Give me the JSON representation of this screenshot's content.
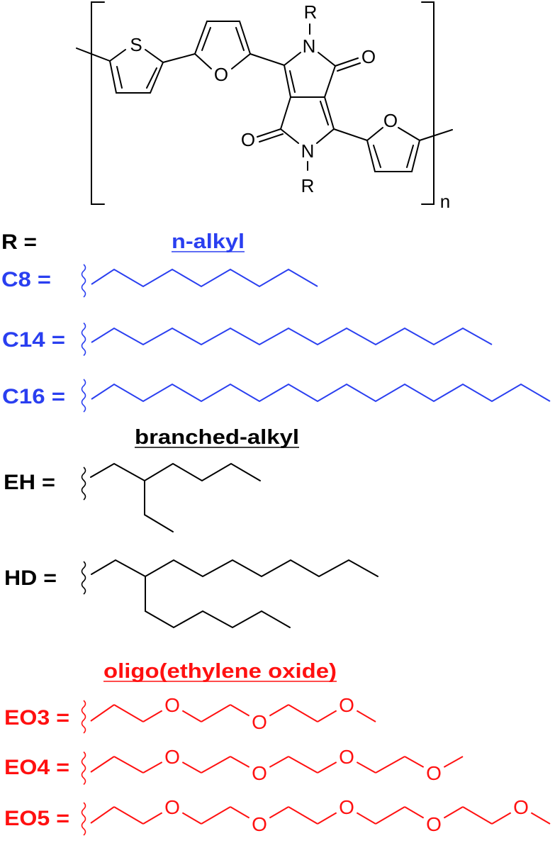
{
  "colors": {
    "n_alkyl": "#2a3ff0",
    "branched": "#000000",
    "eo": "#ff1010",
    "core": "#000000"
  },
  "core": {
    "atoms": {
      "S": "S",
      "O_furan1": "O",
      "N_top": "N",
      "R_top": "R",
      "O_carbonyl_right": "O",
      "O_carbonyl_left": "O",
      "N_bottom": "N",
      "R_bottom": "R",
      "O_furan2": "O"
    },
    "repeat_subscript": "n"
  },
  "r_label": "R =",
  "n_alkyl": {
    "heading": "n-alkyl",
    "items": [
      {
        "label": "C8 =",
        "carbons": 8
      },
      {
        "label": "C14 =",
        "carbons": 14
      },
      {
        "label": "C16 =",
        "carbons": 16
      }
    ]
  },
  "branched": {
    "heading": "branched-alkyl",
    "items": [
      {
        "label": "EH =",
        "name": "2-ethylhexyl"
      },
      {
        "label": "HD =",
        "name": "2-hexyldecyl"
      }
    ]
  },
  "eo": {
    "heading": "oligo(ethylene oxide)",
    "oxygen_symbol": "O",
    "items": [
      {
        "label": "EO3 =",
        "units": 3
      },
      {
        "label": "EO4 =",
        "units": 4
      },
      {
        "label": "EO5 =",
        "units": 5
      }
    ]
  }
}
